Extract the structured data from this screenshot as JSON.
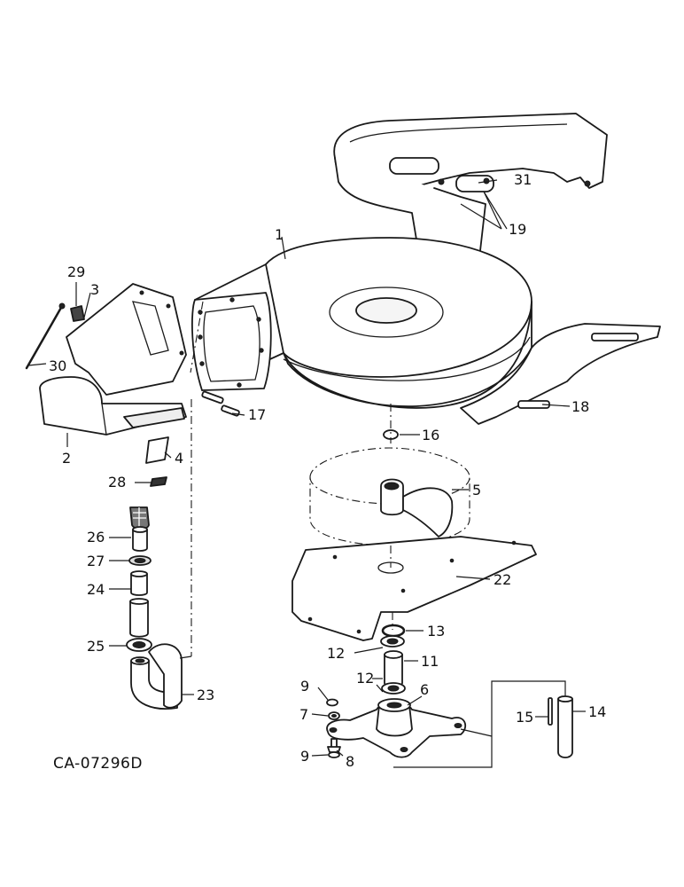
{
  "drawing_code": "CA-07296D",
  "callouts": {
    "c1": "1",
    "c2": "2",
    "c3": "3",
    "c4": "4",
    "c5": "5",
    "c6": "6",
    "c7": "7",
    "c8": "8",
    "c9a": "9",
    "c9b": "9",
    "c11": "11",
    "c12a": "12",
    "c12b": "12",
    "c13": "13",
    "c14": "14",
    "c15": "15",
    "c16": "16",
    "c17": "17",
    "c18": "18",
    "c19": "19",
    "c22": "22",
    "c23": "23",
    "c24": "24",
    "c25": "25",
    "c26": "26",
    "c27": "27",
    "c28": "28",
    "c29": "29",
    "c30": "30",
    "c31": "31"
  }
}
